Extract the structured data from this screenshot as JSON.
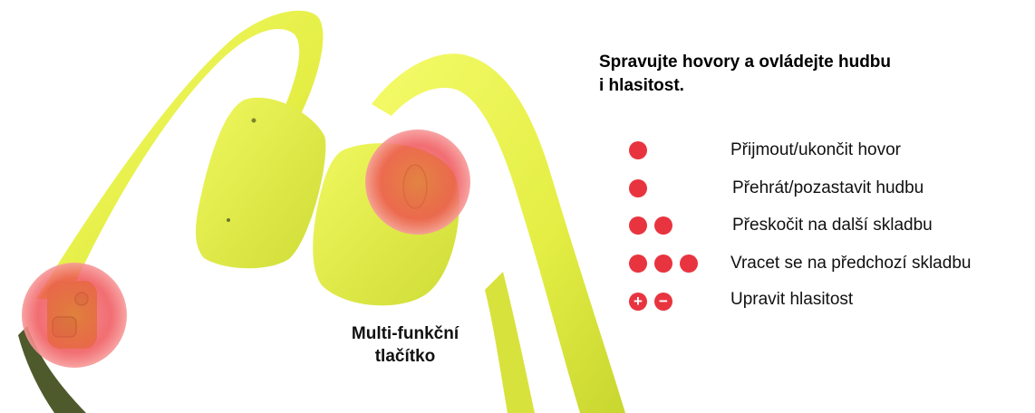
{
  "heading": {
    "line1": "Spravujte hovory a ovládejte hudbu",
    "line2": "i hlasitost."
  },
  "controls": [
    {
      "presses": 1,
      "label": "Přijmout/ukončit hovor"
    },
    {
      "presses": 1,
      "label": "Přehrát/pozastavit hudbu"
    },
    {
      "presses": 2,
      "label": "Přeskočit na další skladbu"
    },
    {
      "presses": 3,
      "label": "Vracet se na předchozí skladbu"
    },
    {
      "presses": 0,
      "label": "Upravit hlasitost",
      "plus_symbol": "+",
      "minus_symbol": "−"
    }
  ],
  "button_caption": {
    "line1": "Multi-funkční",
    "line2": "tlačítko"
  },
  "colors": {
    "indicator_red": "#e8343f",
    "product_yellow": "#e6f047"
  }
}
